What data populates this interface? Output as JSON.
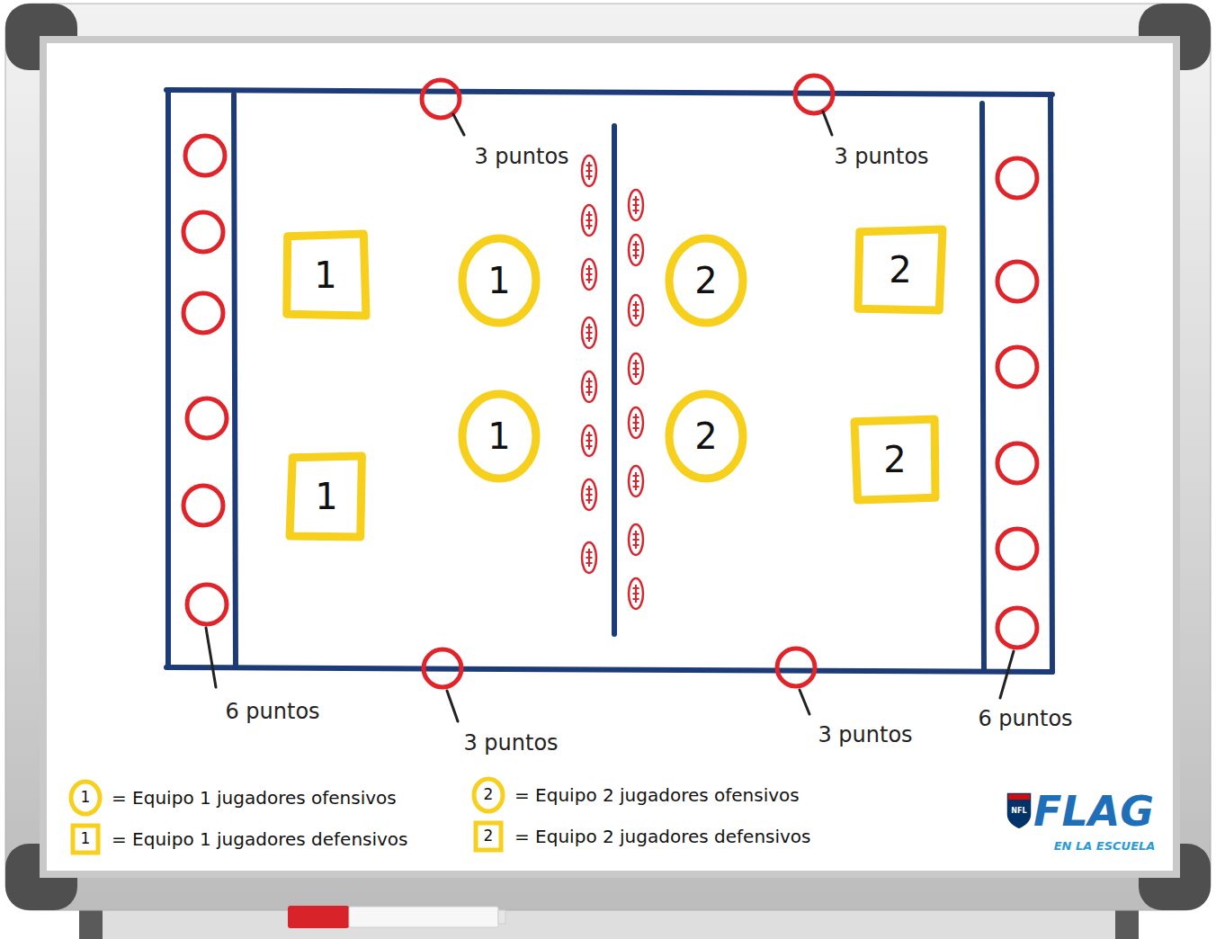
{
  "diagram": {
    "nodes": [
      {
        "text": [
          "1"
        ]
      },
      {
        "text": [
          "1"
        ]
      },
      {
        "text": [
          "2"
        ]
      },
      {
        "text": [
          "2"
        ]
      },
      {
        "text": [
          "1"
        ]
      },
      {
        "text": [
          "2"
        ]
      },
      {
        "text": [
          "2"
        ]
      },
      {
        "text": [
          "1"
        ]
      }
    ],
    "labels": [
      "3 puntos",
      "3 puntos",
      "6 puntos",
      "3 puntos",
      "3 puntos",
      "6 puntos",
      "1",
      "2",
      "1",
      "2",
      "NFL",
      "FLAG",
      "EN LA ESCUELA"
    ],
    "legend": [
      {
        "text": "= Equipo 1 jugadores ofensivos"
      },
      {
        "text": "= Equipo 2 jugadores ofensivos"
      },
      {
        "text": "= Equipo 1 jugadores defensivos"
      },
      {
        "text": "= Equipo 2 jugadores defensivos"
      }
    ]
  }
}
